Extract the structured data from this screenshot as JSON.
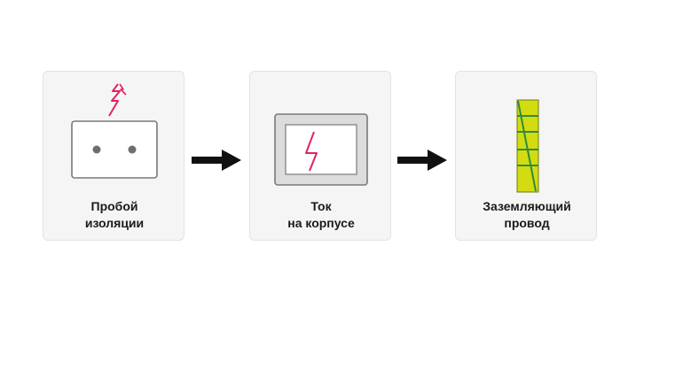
{
  "steps": [
    {
      "line1": "Пробой",
      "line2": "изоляции",
      "icon": "outlet-spark-icon"
    },
    {
      "line1": "Ток",
      "line2": "на корпусе",
      "icon": "device-current-icon"
    },
    {
      "line1": "Заземляющий",
      "line2": "провод",
      "icon": "ground-wire-icon"
    }
  ],
  "colors": {
    "spark": "#e0245e",
    "card_bg": "#f5f5f5",
    "arrow": "#111111",
    "ground_yellow": "#d3dc10",
    "ground_green": "#2f8c3a"
  }
}
